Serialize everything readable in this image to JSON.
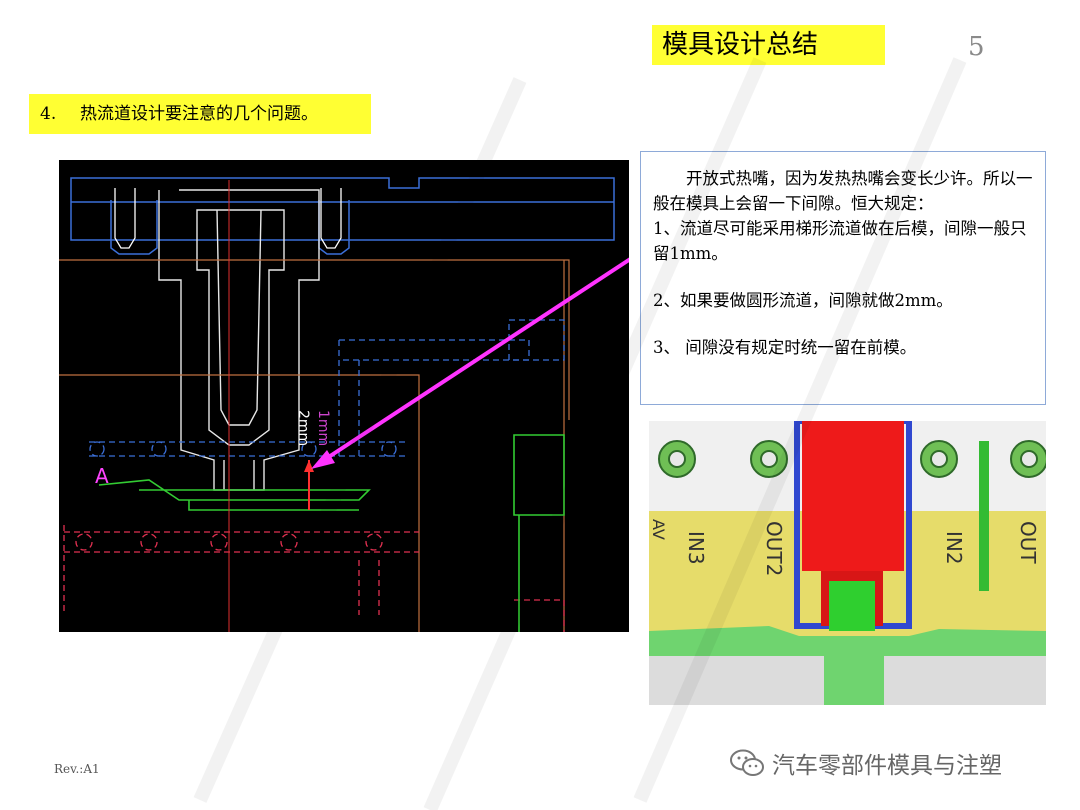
{
  "slide": {
    "title": "模具设计总结",
    "page_number": "5",
    "heading_number": "4.",
    "heading_text": "热流道设计要注意的几个问题。",
    "footer_rev": "Rev.:A1",
    "footer_brand": "汽车零部件模具与注塑"
  },
  "note": {
    "intro": "开放式热嘴，因为发热热嘴会变长少许。所以一般在模具上会留一下间隙。恒大规定：",
    "rule_1": "1、流道尽可能采用梯形流道做在后模，间隙一般只留1mm。",
    "rule_2": "2、如果要做圆形流道，间隙就做2mm。",
    "rule_3": "3、 间隙没有规定时统一留在前模。"
  },
  "cad_labels": {
    "gap_dimension": "1mm",
    "gap_dimension_2": "2mm",
    "section_marker": "A"
  },
  "photo_labels": {
    "label_in3": "IN3",
    "label_out2": "OUT2",
    "label_in2": "IN2",
    "label_out": "OUT",
    "label_edge": "AV"
  },
  "colors": {
    "highlight": "#ffff33",
    "arrow": "#ff33ff",
    "note_border": "#8eaad8"
  },
  "icons": [
    "wechat-icon"
  ]
}
